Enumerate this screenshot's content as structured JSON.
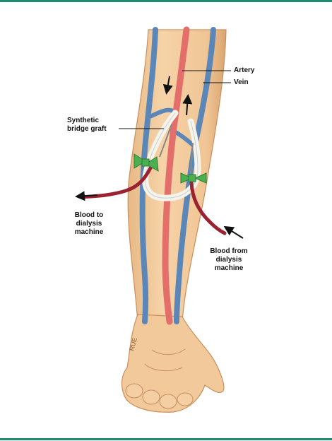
{
  "colors": {
    "rule": "#1f8a70",
    "skin": "#f2c99a",
    "skin_shadow": "#d9a878",
    "vein": "#5b86b8",
    "artery": "#e46e6a",
    "graft": "#f4f4ee",
    "clamp": "#4caf50",
    "tubing": "#9b2230",
    "leader": "#111111"
  },
  "labels": {
    "artery": "Artery",
    "vein": "Vein",
    "synthetic_graft": "Synthetic\nbridge graft",
    "blood_to": "Blood to\ndialysis\nmachine",
    "blood_from": "Blood from\ndialysis\nmachine",
    "watermark": "RUE"
  },
  "icons": {
    "flow_arrows": "arrow-icon",
    "clamps": "clamp-icon"
  }
}
